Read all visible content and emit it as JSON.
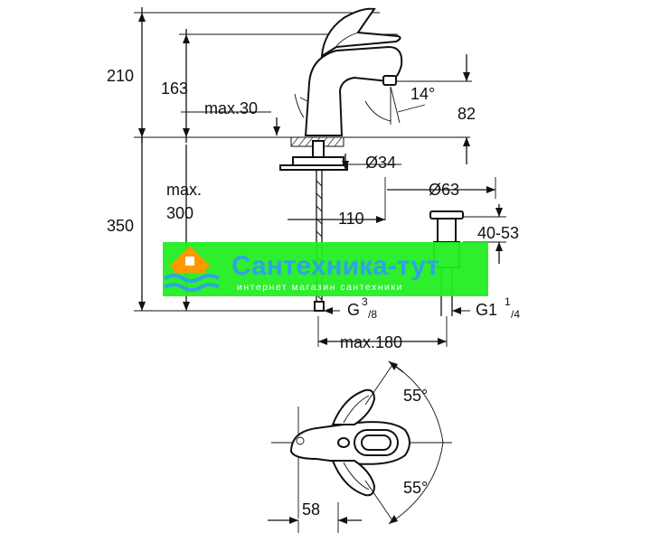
{
  "dimensions": {
    "total_height": "210",
    "spout_height": "163",
    "max_30": "max.30",
    "angle_14": "14°",
    "spout_reach": "82",
    "hole_diameter": "Ø34",
    "waste_diameter": "Ø63",
    "max_label": "max.",
    "hose_300": "300",
    "below_height": "350",
    "offset_110": "110",
    "range_40_53": "40-53",
    "connection_g38_main": "G",
    "connection_g38_sup": "3",
    "connection_g38_sub": "/8",
    "connection_g1_main": "G1",
    "connection_g1_sup": "1",
    "connection_g1_sub": "/4",
    "max_180": "max.180",
    "angle_top": "55°",
    "angle_bottom": "55°",
    "offset_58": "58"
  },
  "watermark": {
    "title": "Сантехника-тут",
    "subtitle": "интернет магазин сантехники",
    "colors": {
      "band": "#22ee22",
      "text": "#2fa3e6",
      "logo": "#ff9900",
      "waves": "#2fa3e6"
    }
  }
}
